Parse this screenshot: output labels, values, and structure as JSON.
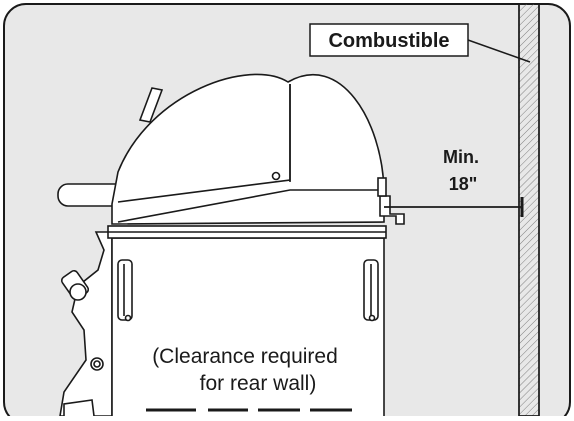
{
  "labels": {
    "combustible": "Combustible",
    "min_line1": "Min.",
    "min_line2": "18\"",
    "clearance_line1": "(Clearance required",
    "clearance_line2": "for rear wall)"
  },
  "colors": {
    "panel_bg": "#e8e8e8",
    "frame": "#1a1a1a",
    "grill_fill": "#ffffff",
    "wall_hatch": "#555555"
  }
}
